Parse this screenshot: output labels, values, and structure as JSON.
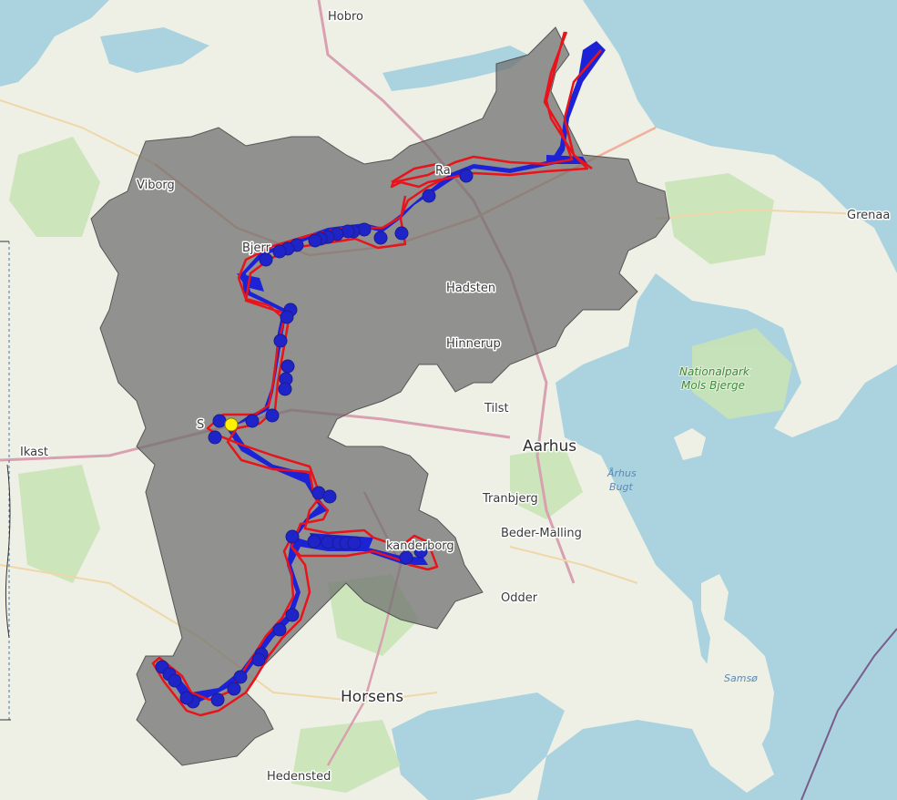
{
  "map": {
    "colors": {
      "land": "#eef0e6",
      "water": "#aad3df",
      "forest": "#c8e3b6",
      "catchment": "#6e6e6e",
      "buffer_outline": "#e8131b",
      "stream_fill": "#1c22d6",
      "monitoring_point": "#1f24c8",
      "selected_point": "#fff200",
      "road_major": "#d8a0b0",
      "road_minor": "#f0d7a8"
    },
    "labels": {
      "hobro": "Hobro",
      "viborg": "Viborg",
      "grenaa": "Grenaa",
      "bjerringbro": "Bjerr",
      "randers": "Ra",
      "hadsten": "Hadsten",
      "hinnerup": "Hinnerup",
      "tilst": "Tilst",
      "aarhus": "Aarhus",
      "ikast": "Ikast",
      "silkeborg": "S",
      "tranbjerg": "Tranbjerg",
      "beder_malling": "Beder-Malling",
      "skanderborg": "kanderborg",
      "odder": "Odder",
      "horsens": "Horsens",
      "hedensted": "Hedensted",
      "samso": "Samsø",
      "aarhus_bugt_1": "Århus",
      "aarhus_bugt_2": "Bugt",
      "nationalpark_1": "Nationalpark",
      "nationalpark_2": "Mols Bjerge"
    },
    "monitoring_point_count": 44,
    "selected_point_count": 1
  }
}
